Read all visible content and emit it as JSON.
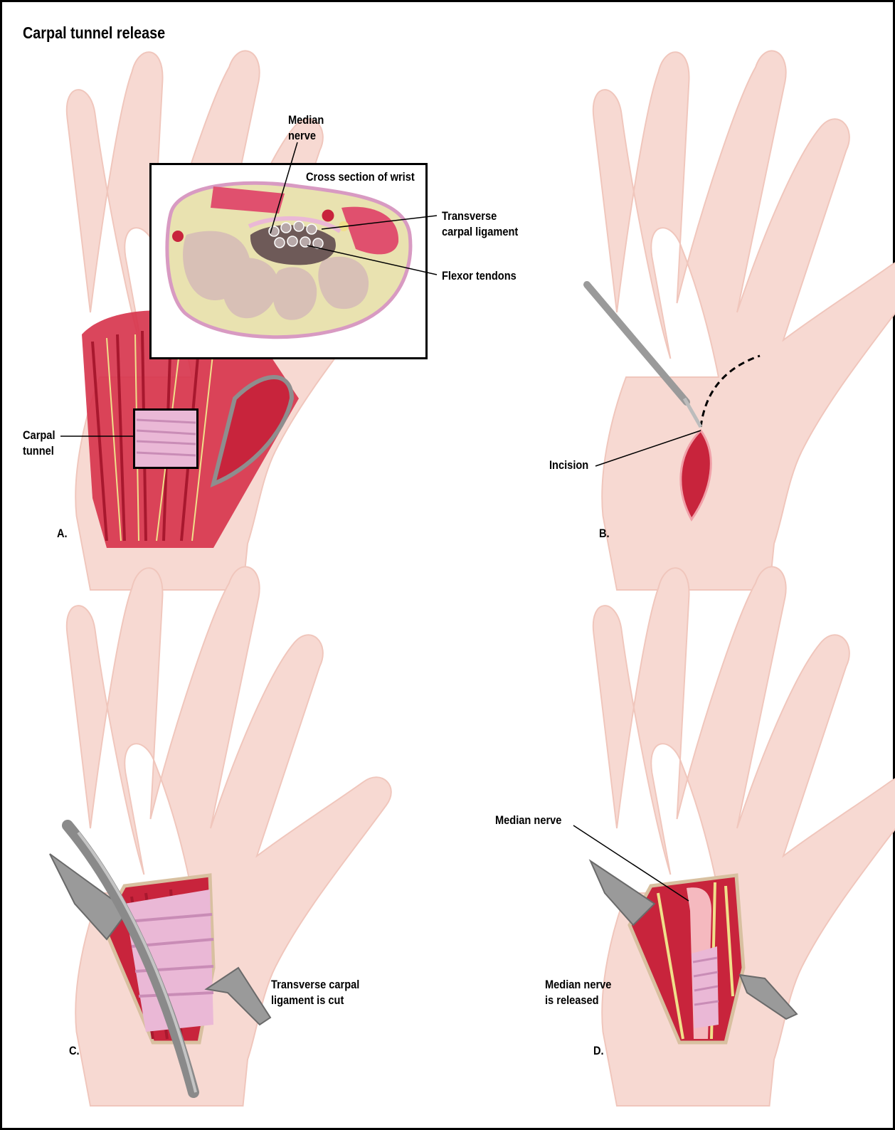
{
  "title": "Carpal tunnel release",
  "colors": {
    "skin": "#f7d9d2",
    "skin_crease": "#eebcb2",
    "muscle": "#c8243c",
    "muscle_light": "#e05a6a",
    "ligament": "#eab8d6",
    "ligament_stripe": "#c98cb6",
    "nerve": "#f0e08a",
    "bone": "#d8c0b6",
    "steel": "#9a9a9a",
    "frame": "#000000"
  },
  "panels": {
    "a": {
      "letter": "A.",
      "inset_title": "Cross section of wrist",
      "median_nerve_label": "Median\nnerve",
      "ligament_label": "Transverse\ncarpal ligament",
      "tendons_label": "Flexor tendons",
      "tunnel_label": "Carpal\ntunnel"
    },
    "b": {
      "letter": "B.",
      "incision_label": "Incision"
    },
    "c": {
      "letter": "C.",
      "cut_label": "Transverse carpal\nligament is cut"
    },
    "d": {
      "letter": "D.",
      "nerve_label": "Median nerve",
      "released_label": "Median nerve\nis released"
    }
  }
}
